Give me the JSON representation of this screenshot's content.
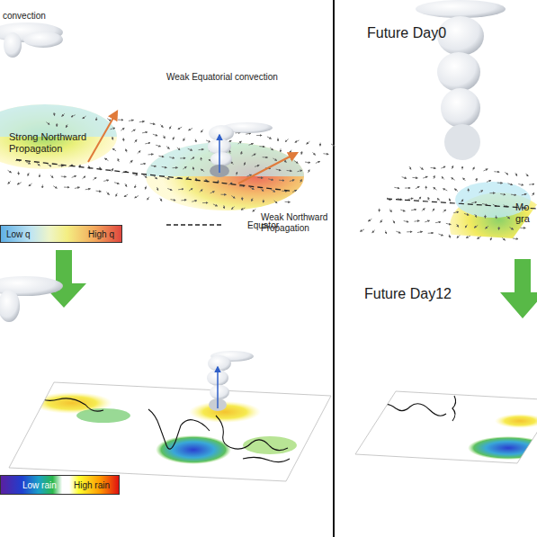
{
  "diagram": {
    "nodes": [
      {
        "text": [
          "Low q",
          "High q"
        ]
      },
      {
        "text": [
          "Low rain",
          "High rain"
        ]
      }
    ],
    "labels": [
      "convection",
      "Weak Equatorial convection",
      "Strong Northward Propagation",
      "Weak Northward Propagation",
      "Future Day0",
      "Mo gra",
      "Future Day12"
    ],
    "legend": [
      {
        "text": "Equator"
      }
    ]
  }
}
